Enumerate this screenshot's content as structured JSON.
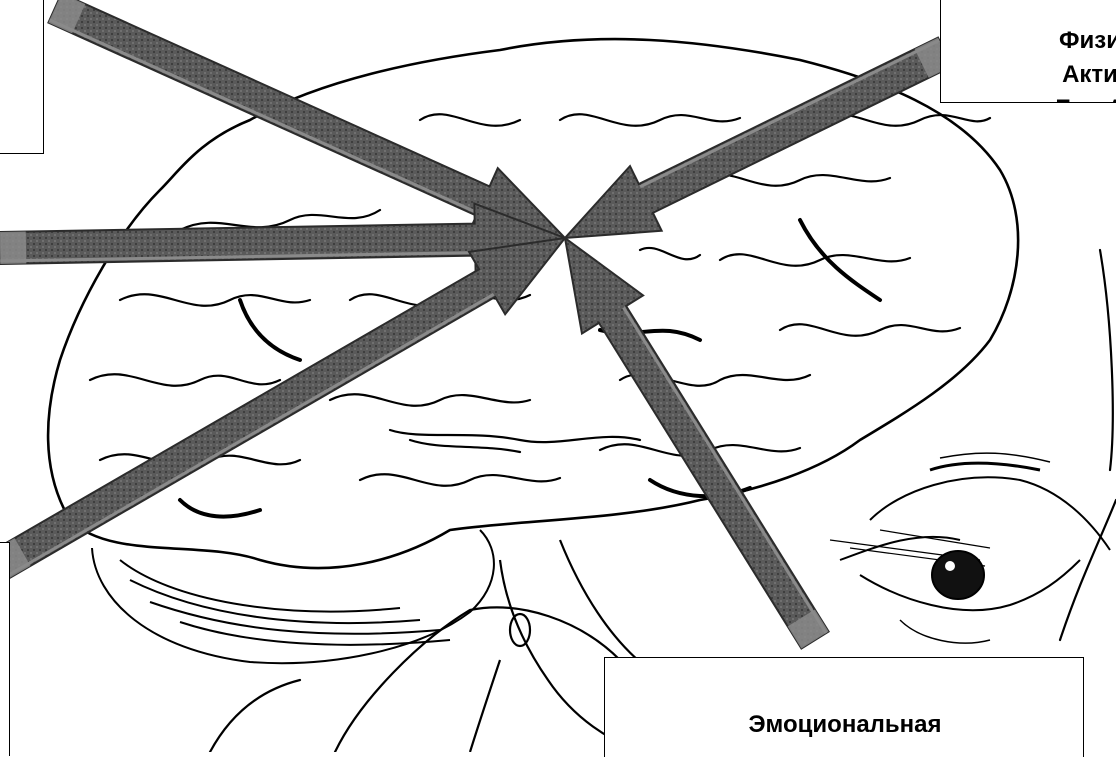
{
  "labels": {
    "top_right": {
      "line1": "Физи",
      "line2": "Акти",
      "line3": "Бег, А"
    },
    "bottom_center": {
      "line1": "Эмоциональная"
    }
  },
  "colors": {
    "arrow_fill": "#595959",
    "arrow_edge": "#2b2b2b",
    "arrow_tip": "#8a8a8a",
    "outline": "#000000",
    "background": "#ffffff"
  },
  "icons": {
    "brain": "brain-illustration",
    "eye": "eye-illustration",
    "arrows": "converging-arrows"
  }
}
